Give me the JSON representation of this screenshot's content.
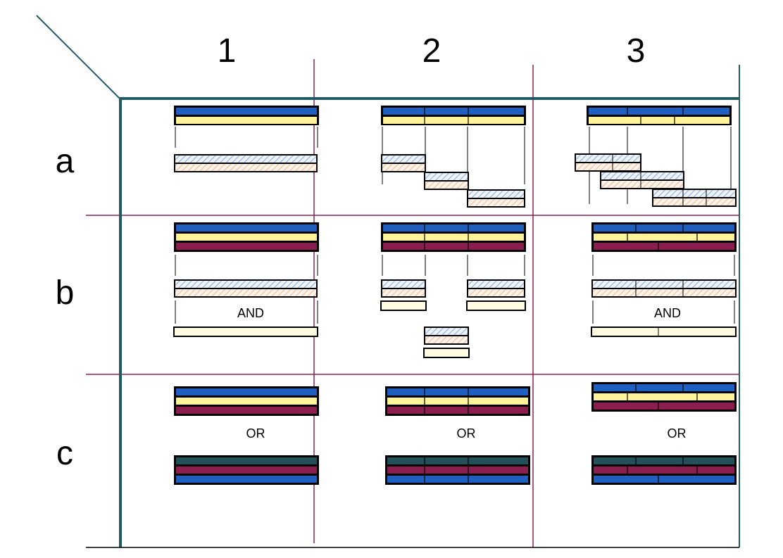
{
  "columns": [
    "1",
    "2",
    "3"
  ],
  "rows": [
    "a",
    "b",
    "c"
  ],
  "labels": {
    "and": "AND",
    "or": "OR"
  },
  "colors": {
    "frame": "#215a63",
    "grid": "#8b2252",
    "blue": "#1e5fbf",
    "yellow": "#fff49a",
    "maroon": "#8b1e4e",
    "teal": "#24505a",
    "light_yellow": "#fffbe0",
    "hatch_blue": "#c4d6ea",
    "hatch_orange": "#f1c9a6",
    "black": "#000000"
  }
}
